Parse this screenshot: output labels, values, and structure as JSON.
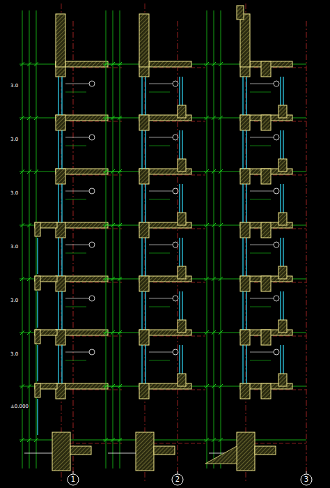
{
  "diagram": {
    "nodes": [
      {
        "text": [
          "1"
        ]
      },
      {
        "text": [
          "2"
        ]
      },
      {
        "text": [
          "3"
        ]
      }
    ],
    "labels": [
      "3.0",
      "3.0",
      "3.0",
      "3.0",
      "3.0",
      "3.0",
      "±0.000"
    ]
  }
}
